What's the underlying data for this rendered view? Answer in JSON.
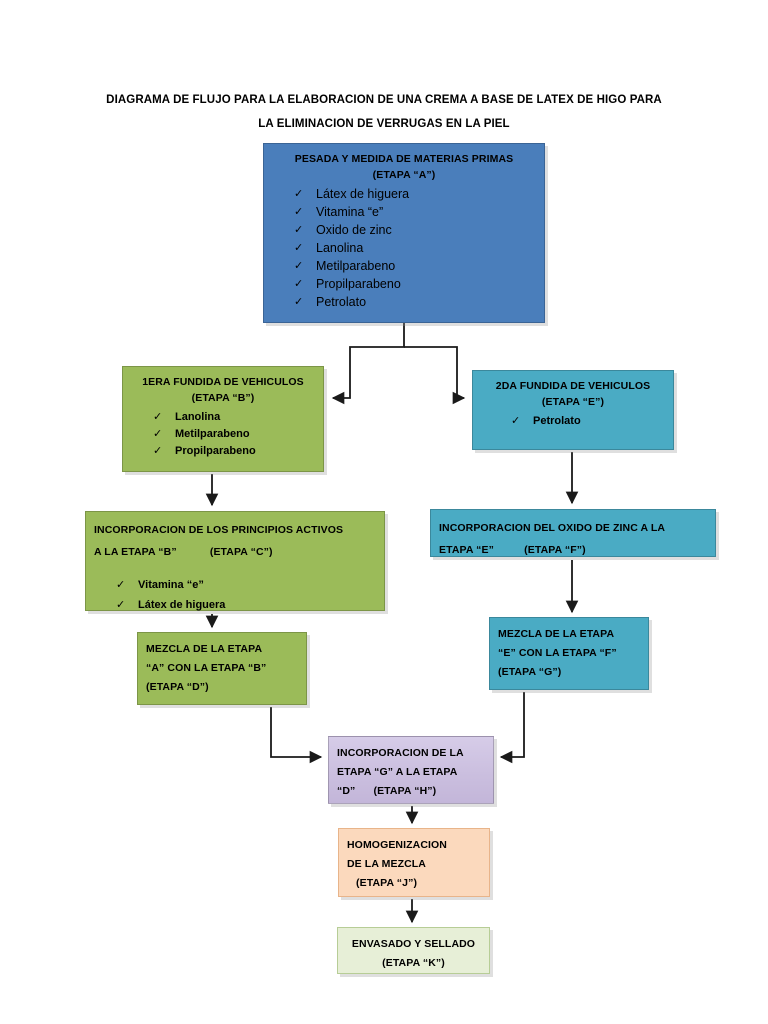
{
  "title": {
    "line1": "DIAGRAMA DE FLUJO PARA LA ELABORACION DE UNA CREMA A BASE DE LATEX DE HIGO PARA",
    "line2": "LA ELIMINACION DE VERRUGAS EN LA PIEL"
  },
  "tick": "✓",
  "colors": {
    "blue": "#4a7ebb",
    "green": "#9bbb59",
    "teal": "#4aabc4",
    "purple": "#cbbfdf",
    "orange": "#fbd9bd",
    "light_green": "#e7efd7",
    "connector": "#1a1a1a"
  },
  "nodes": {
    "a": {
      "id": "A",
      "color": "blue",
      "title": "PESADA Y MEDIDA DE MATERIAS PRIMAS",
      "stage": "(ETAPA “A”)",
      "items": [
        "Látex de higuera",
        "Vitamina “e”",
        "Oxido de zinc",
        "Lanolina",
        "Metilparabeno",
        "Propilparabeno",
        "Petrolato"
      ]
    },
    "b": {
      "id": "B",
      "color": "green",
      "title": "1ERA FUNDIDA DE VEHICULOS",
      "stage": "(ETAPA “B”)",
      "items": [
        "Lanolina",
        "Metilparabeno",
        "Propilparabeno"
      ]
    },
    "e": {
      "id": "E",
      "color": "teal",
      "title": "2DA FUNDIDA DE VEHICULOS",
      "stage": "(ETAPA “E”)",
      "items": [
        "Petrolato"
      ]
    },
    "c": {
      "id": "C",
      "color": "green",
      "line1": "INCORPORACION DE LOS PRINCIPIOS ACTIVOS",
      "line2": "A LA ETAPA “B”           (ETAPA “C”)",
      "items": [
        "Vitamina “e”",
        "Látex de higuera"
      ]
    },
    "f": {
      "id": "F",
      "color": "teal",
      "line1": "INCORPORACION DEL OXIDO DE ZINC A LA",
      "line2": "ETAPA “E”          (ETAPA “F”)"
    },
    "d": {
      "id": "D",
      "color": "green",
      "line1": "MEZCLA DE LA ETAPA",
      "line2": "“A” CON LA ETAPA “B”",
      "line3": "(ETAPA “D”)"
    },
    "g": {
      "id": "G",
      "color": "teal",
      "line1": "MEZCLA DE LA ETAPA",
      "line2": "“E” CON LA ETAPA “F”",
      "line3": "(ETAPA “G”)"
    },
    "h": {
      "id": "H",
      "color": "purple",
      "line1": "INCORPORACION DE LA",
      "line2": "ETAPA “G” A LA ETAPA",
      "line3": "“D”      (ETAPA “H”)"
    },
    "j": {
      "id": "J",
      "color": "orange",
      "line1": "HOMOGENIZACION",
      "line2": "DE LA MEZCLA",
      "line3": "   (ETAPA “J”)"
    },
    "k": {
      "id": "K",
      "color": "light_green",
      "line1": "ENVASADO Y SELLADO",
      "line2": "(ETAPA “K”)"
    }
  },
  "connectors": [
    {
      "name": "a-to-b",
      "from": "A",
      "to": "B"
    },
    {
      "name": "a-to-e",
      "from": "A",
      "to": "E"
    },
    {
      "name": "b-to-c",
      "from": "B",
      "to": "C"
    },
    {
      "name": "c-to-d",
      "from": "C",
      "to": "D"
    },
    {
      "name": "e-to-f",
      "from": "E",
      "to": "F"
    },
    {
      "name": "f-to-g",
      "from": "F",
      "to": "G"
    },
    {
      "name": "d-to-h",
      "from": "D",
      "to": "H"
    },
    {
      "name": "g-to-h",
      "from": "G",
      "to": "H"
    },
    {
      "name": "h-to-j",
      "from": "H",
      "to": "J"
    },
    {
      "name": "j-to-k",
      "from": "J",
      "to": "K"
    }
  ]
}
